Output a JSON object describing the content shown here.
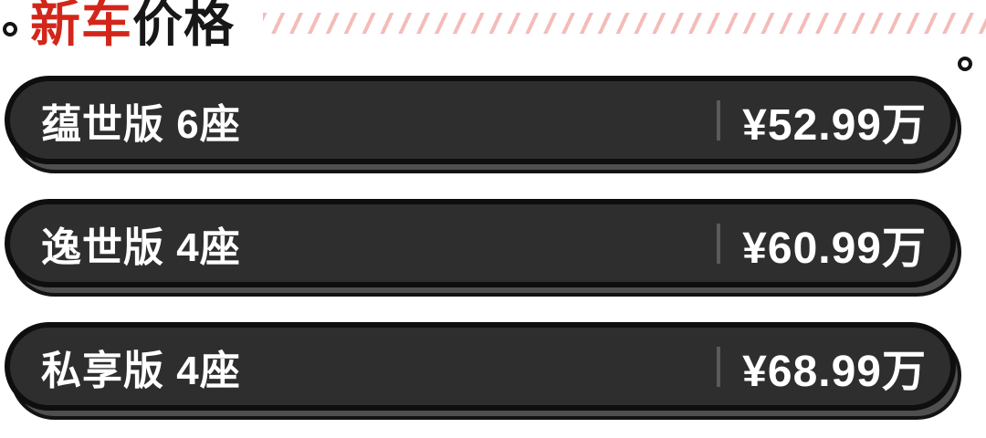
{
  "header": {
    "title_red": "新车",
    "title_rest": "价格"
  },
  "decorations": {
    "ring_left": "ring-ornament",
    "ring_right": "ring-ornament",
    "hatch": "pink-diagonal-stripes"
  },
  "colors": {
    "accent_red": "#d3261a",
    "title_black": "#171717",
    "bar_fill": "#2e2e2e",
    "bar_border": "#0e0e0e",
    "bar_shadow_fill": "#4f4f4f",
    "divider_gray": "#5b5b5b",
    "hatch_pink": "#f4bcb8",
    "text_white": "#ffffff",
    "background": "#ffffff"
  },
  "price_list": {
    "items": [
      {
        "trim": "蕴世版 6座",
        "price": "¥52.99万"
      },
      {
        "trim": "逸世版 4座",
        "price": "¥60.99万"
      },
      {
        "trim": "私享版 4座",
        "price": "¥68.99万"
      }
    ]
  },
  "chart_data": {
    "type": "table",
    "title": "新车价格",
    "rows": [
      {
        "label": "蕴世版 6座",
        "price": "¥52.99万",
        "price_value_wan": 52.99
      },
      {
        "label": "逸世版 4座",
        "price": "¥60.99万",
        "price_value_wan": 60.99
      },
      {
        "label": "私享版 4座",
        "price": "¥68.99万",
        "price_value_wan": 68.99
      }
    ]
  }
}
